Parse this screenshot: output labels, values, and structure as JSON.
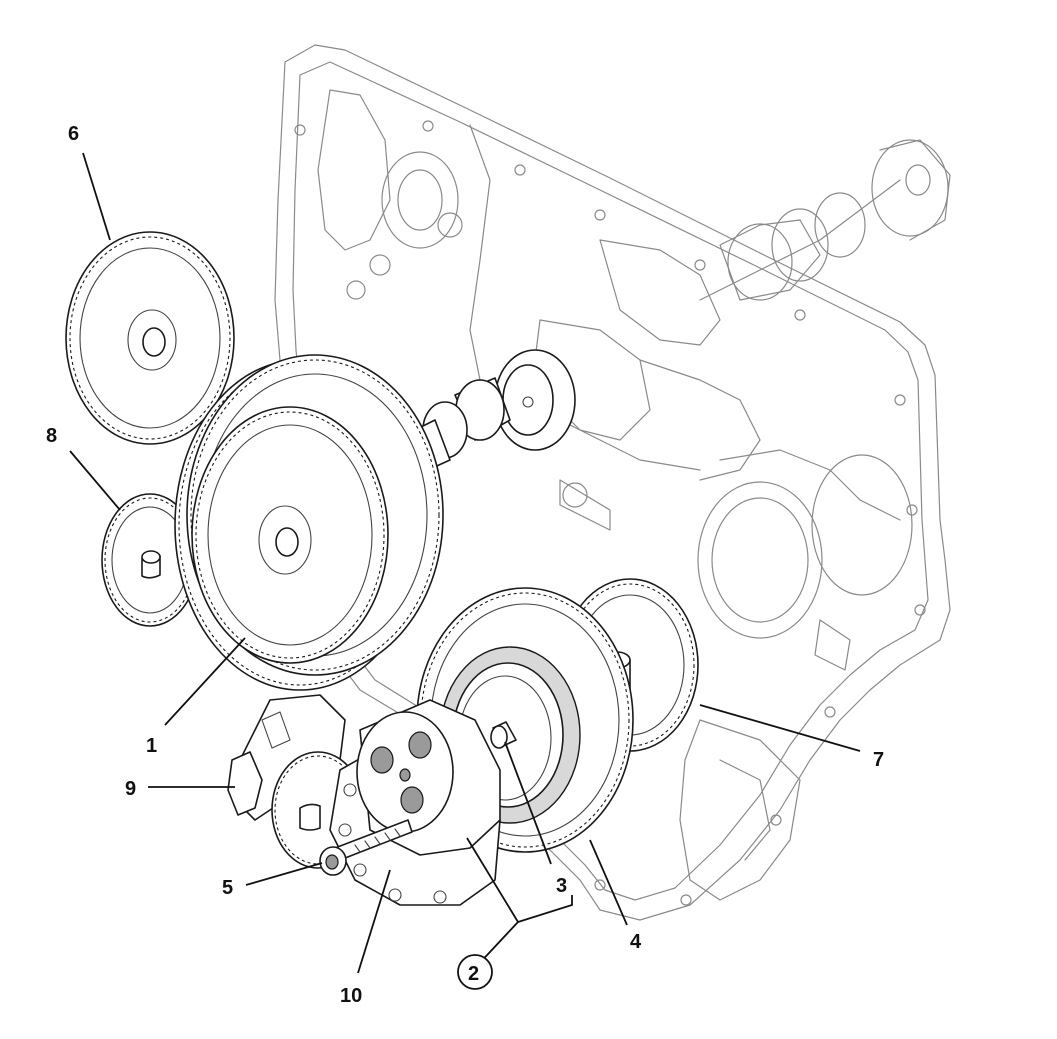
{
  "callouts": [
    {
      "id": "c1",
      "label": "1"
    },
    {
      "id": "c2",
      "label": "2"
    },
    {
      "id": "c3",
      "label": "3"
    },
    {
      "id": "c4",
      "label": "4"
    },
    {
      "id": "c5",
      "label": "5"
    },
    {
      "id": "c6",
      "label": "6"
    },
    {
      "id": "c7",
      "label": "7"
    },
    {
      "id": "c8",
      "label": "8"
    },
    {
      "id": "c9",
      "label": "9"
    },
    {
      "id": "c10",
      "label": "10"
    }
  ]
}
